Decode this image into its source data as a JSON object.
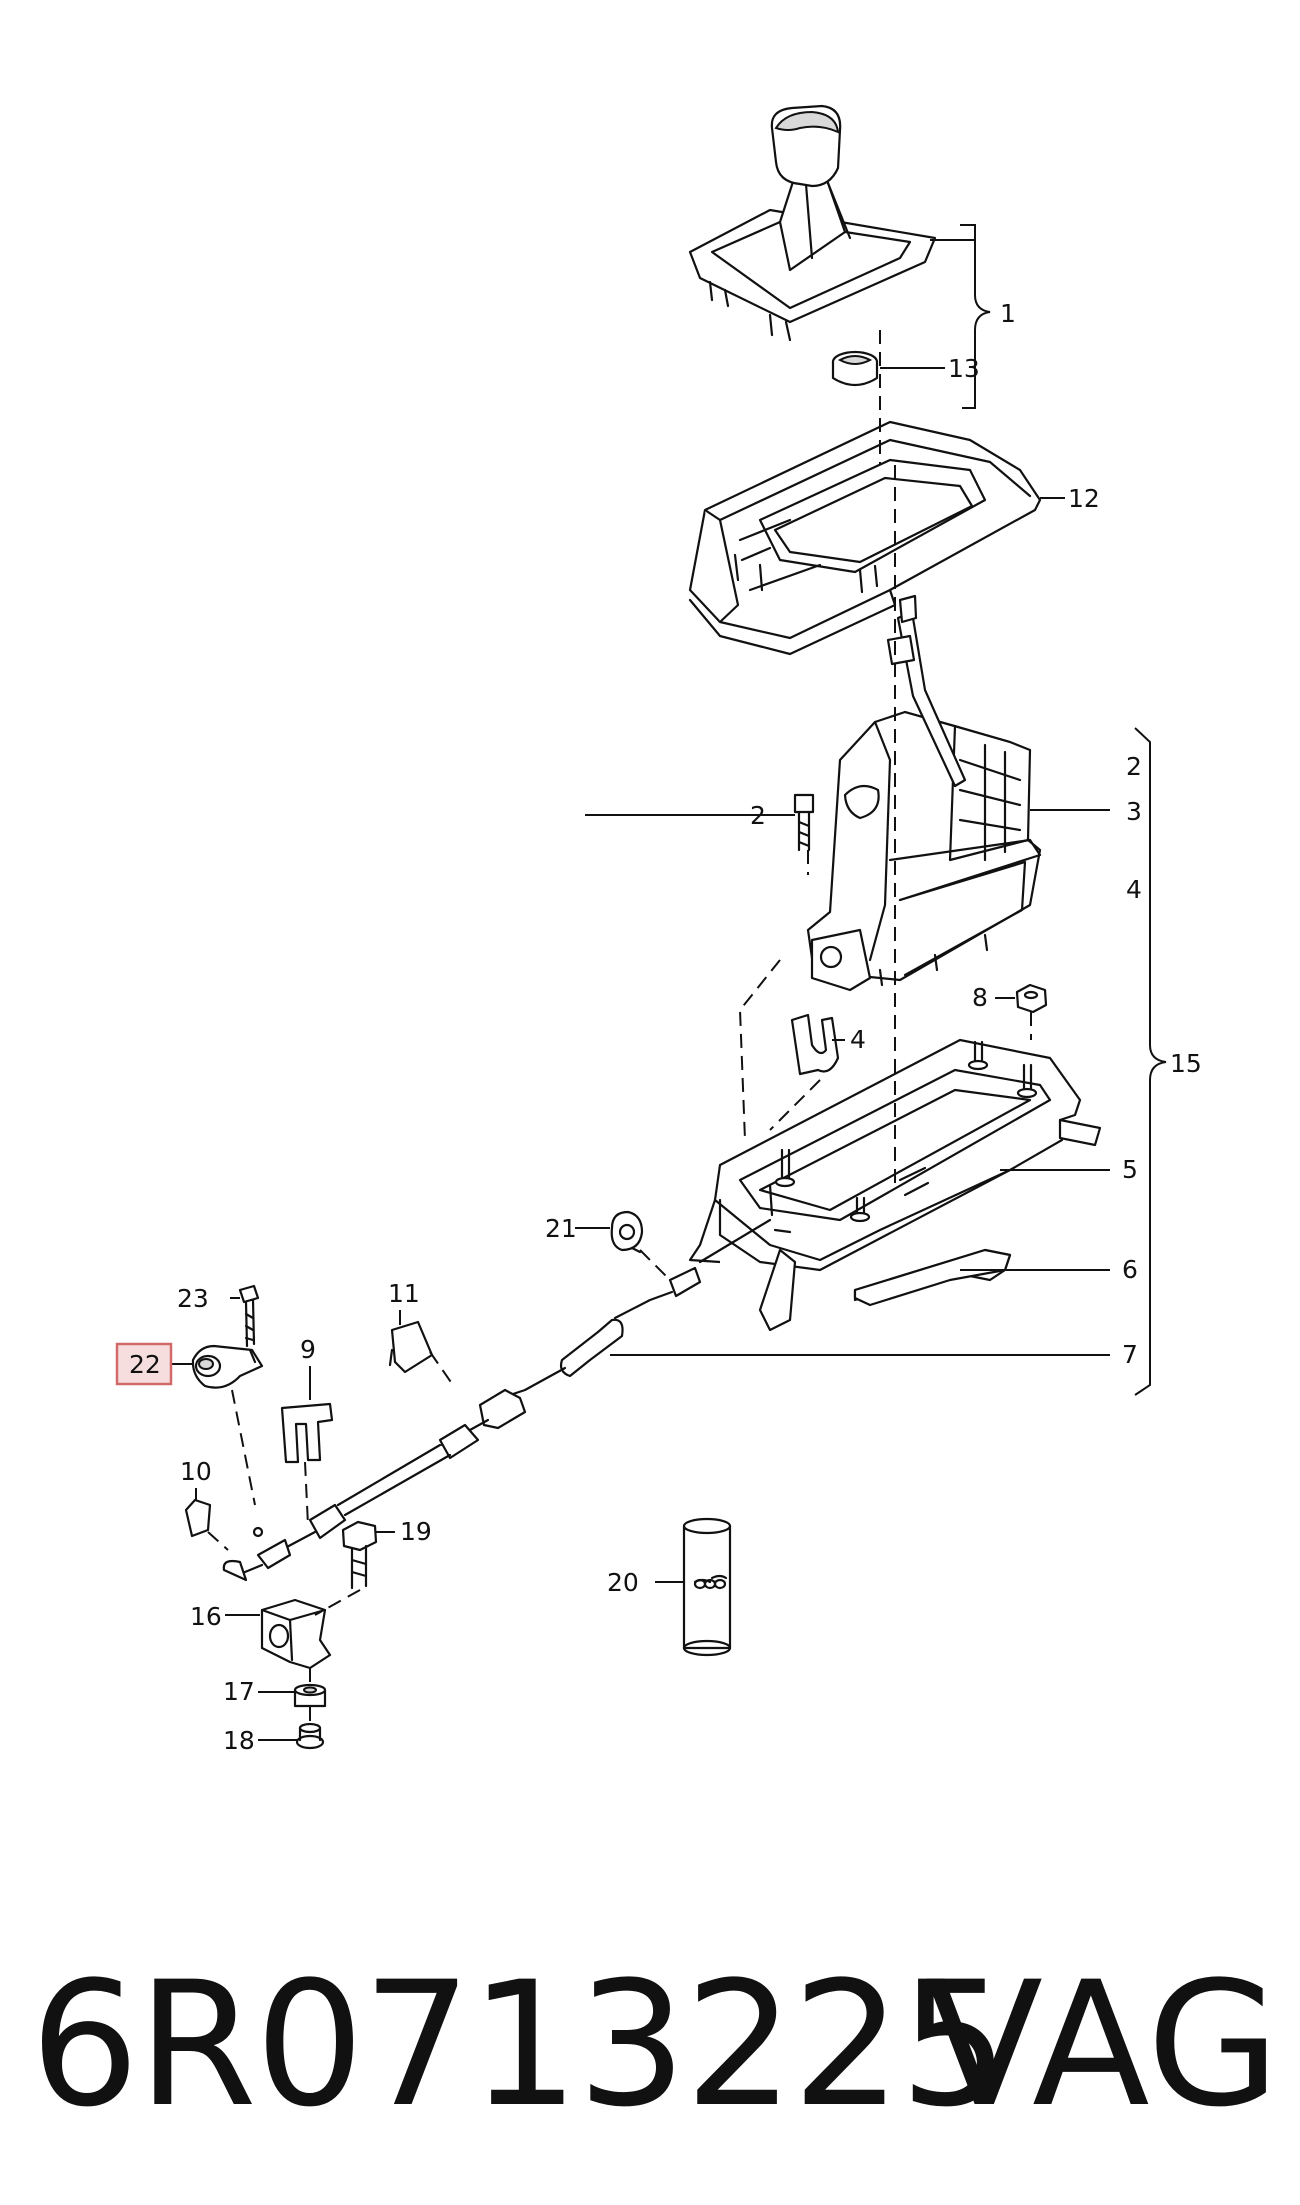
{
  "diagram": {
    "callouts": {
      "c1": "1",
      "c2a": "2",
      "c2b": "2",
      "c3": "3",
      "c4a": "4",
      "c4b": "4",
      "c5": "5",
      "c6": "6",
      "c7": "7",
      "c8": "8",
      "c9": "9",
      "c10": "10",
      "c11": "11",
      "c12": "12",
      "c13": "13",
      "c15": "15",
      "c16": "16",
      "c17": "17",
      "c18": "18",
      "c19": "19",
      "c20": "20",
      "c21": "21",
      "c22": "22",
      "c23": "23"
    },
    "highlighted_callout": "22",
    "highlight_color": "#f7dede"
  },
  "footer": {
    "part_number": "6R0713225",
    "brand": "VAG"
  }
}
